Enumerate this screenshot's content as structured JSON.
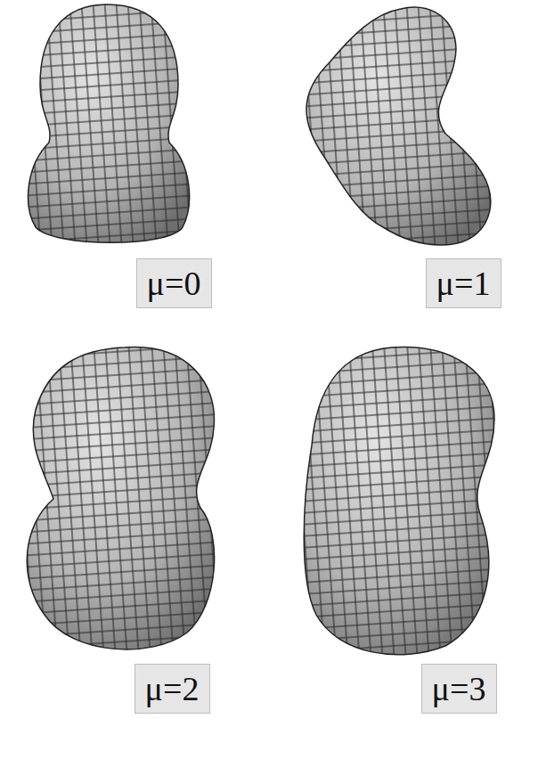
{
  "diagram": {
    "nodes": [
      {
        "text": [
          "μ=0"
        ]
      },
      {
        "text": [
          "μ=1"
        ]
      },
      {
        "text": [
          "μ=2"
        ]
      },
      {
        "text": [
          "μ=3"
        ]
      }
    ]
  }
}
